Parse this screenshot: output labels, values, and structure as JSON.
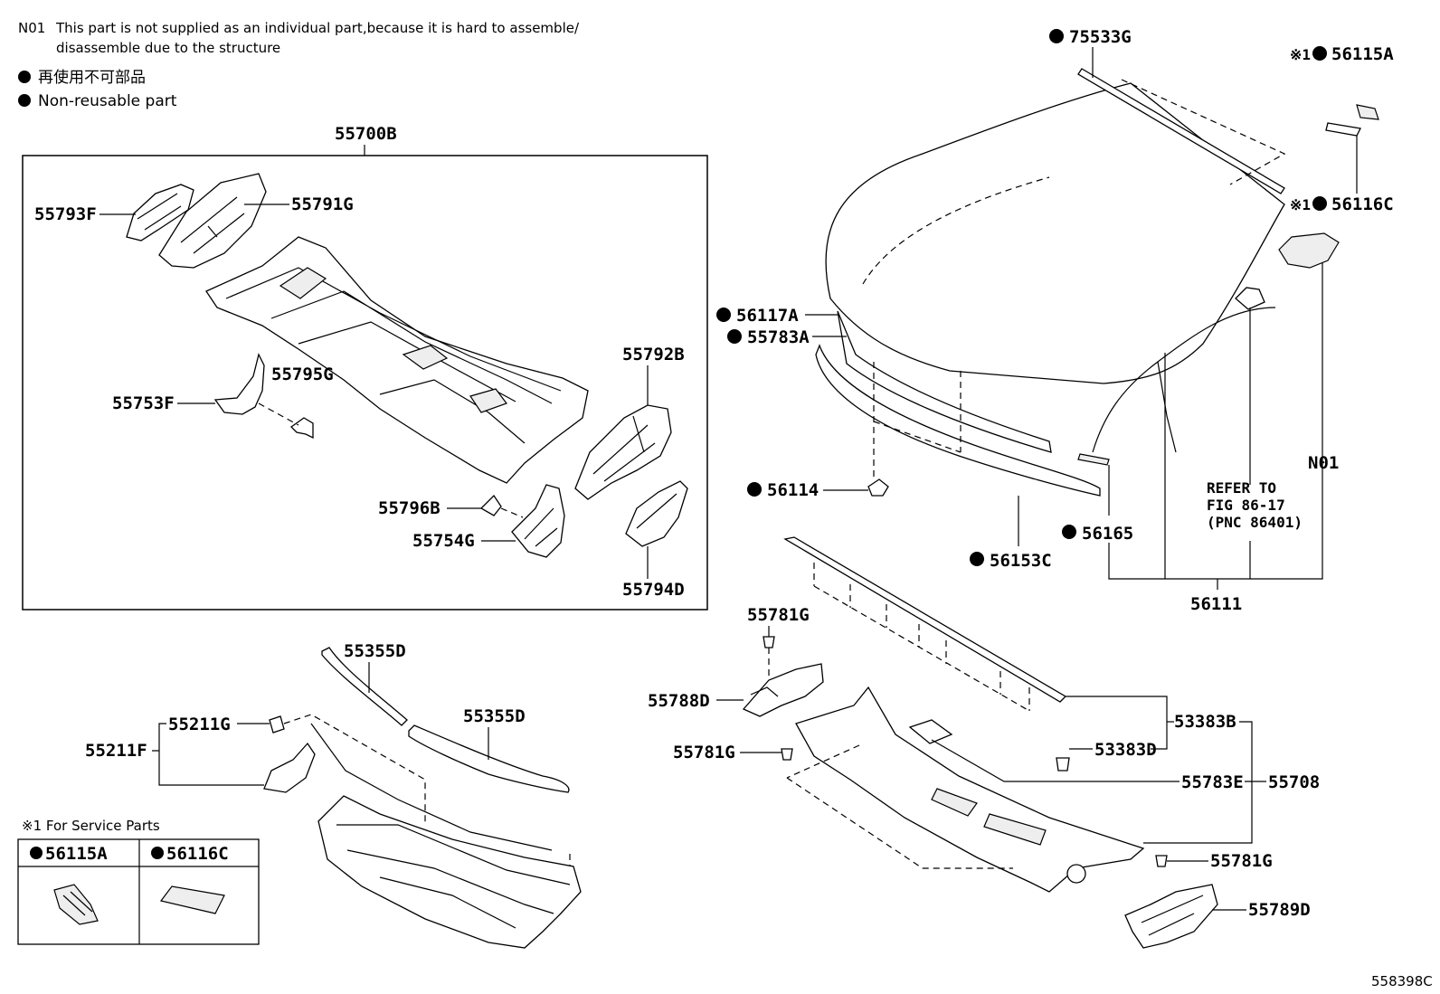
{
  "notes": {
    "n01_code": "N01",
    "n01_line1": "This part is not supplied as an individual part,because it is hard to assemble/",
    "n01_line2": "disassemble due to the structure",
    "legend_jp": "再使用不可部品",
    "legend_en": "Non-reusable part"
  },
  "group_box": {
    "label": "55700B"
  },
  "service_box": {
    "title": "※1 For Service Parts",
    "left_label": "56115A",
    "right_label": "56116C"
  },
  "refer": {
    "line1": "REFER TO",
    "line2": "FIG 86-17",
    "line3": "(PNC 86401)"
  },
  "diagram_id": "558398C",
  "labels": {
    "p55793F": "55793F",
    "p55791G": "55791G",
    "p55792B": "55792B",
    "p55753F": "55753F",
    "p55795G": "55795G",
    "p55796B": "55796B",
    "p55754G": "55754G",
    "p55794D": "55794D",
    "p75533G": "75533G",
    "p56115A": "56115A",
    "p56116C": "56116C",
    "mark1a": "※1",
    "mark1b": "※1",
    "p56117A": "56117A",
    "p55783A": "55783A",
    "p56114": "56114",
    "p56165": "56165",
    "p56153C": "56153C",
    "pN01": "N01",
    "p56111": "56111",
    "p55781G_a": "55781G",
    "p55788D": "55788D",
    "p55781G_b": "55781G",
    "p53383B": "53383B",
    "p53383D": "53383D",
    "p55783E": "55783E",
    "p55708": "55708",
    "p55781G_c": "55781G",
    "p55789D": "55789D",
    "p55355D_a": "55355D",
    "p55355D_b": "55355D",
    "p55211G": "55211G",
    "p55211F": "55211F"
  }
}
